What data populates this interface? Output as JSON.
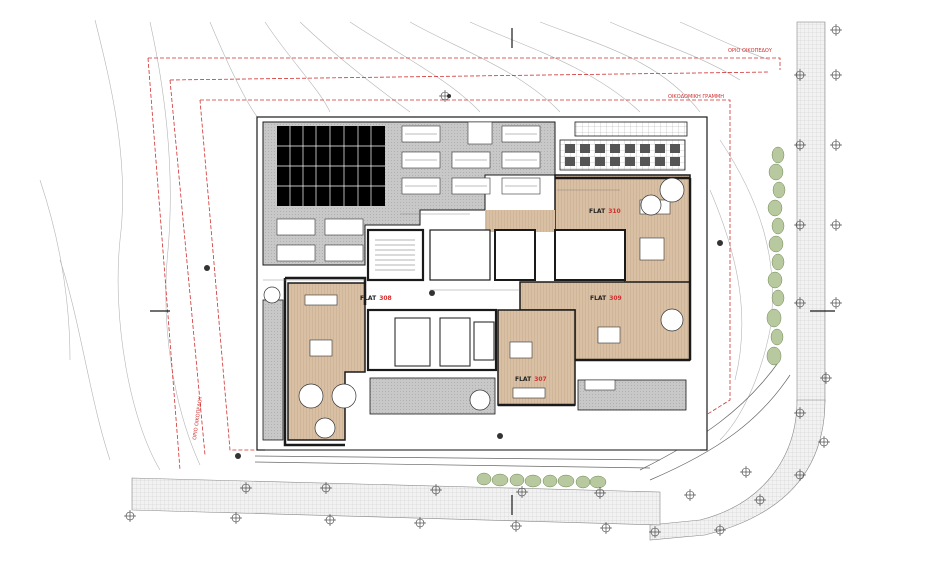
{
  "plan": {
    "flats": [
      {
        "id": "flat-upper-right",
        "prefix": "FLAT",
        "code": "310"
      },
      {
        "id": "flat-center-right",
        "prefix": "FLAT",
        "code": "309"
      },
      {
        "id": "flat-left",
        "prefix": "FLAT",
        "code": "308"
      },
      {
        "id": "flat-bottom",
        "prefix": "FLAT",
        "code": "307"
      }
    ],
    "boundary_labels": {
      "top": "ΟΡΙΟ ΟΙΚΟΠΕΔΟΥ",
      "right_inner": "ΟΙΚΟΔΟΜΙΚΗ ΓΡΑΜΜΗ",
      "left": "ΟΡΙΟ ΟΙΚΟΠΕΔΟΥ"
    },
    "colors": {
      "wall": "#1a1a1a",
      "roof_grey": "#c8c8c8",
      "solar": "#000000",
      "wood_floor": "#d9bfa3",
      "red_line": "#d03030",
      "street_hatch": "#9a9a9a",
      "tree": "#b8c9a0"
    }
  }
}
